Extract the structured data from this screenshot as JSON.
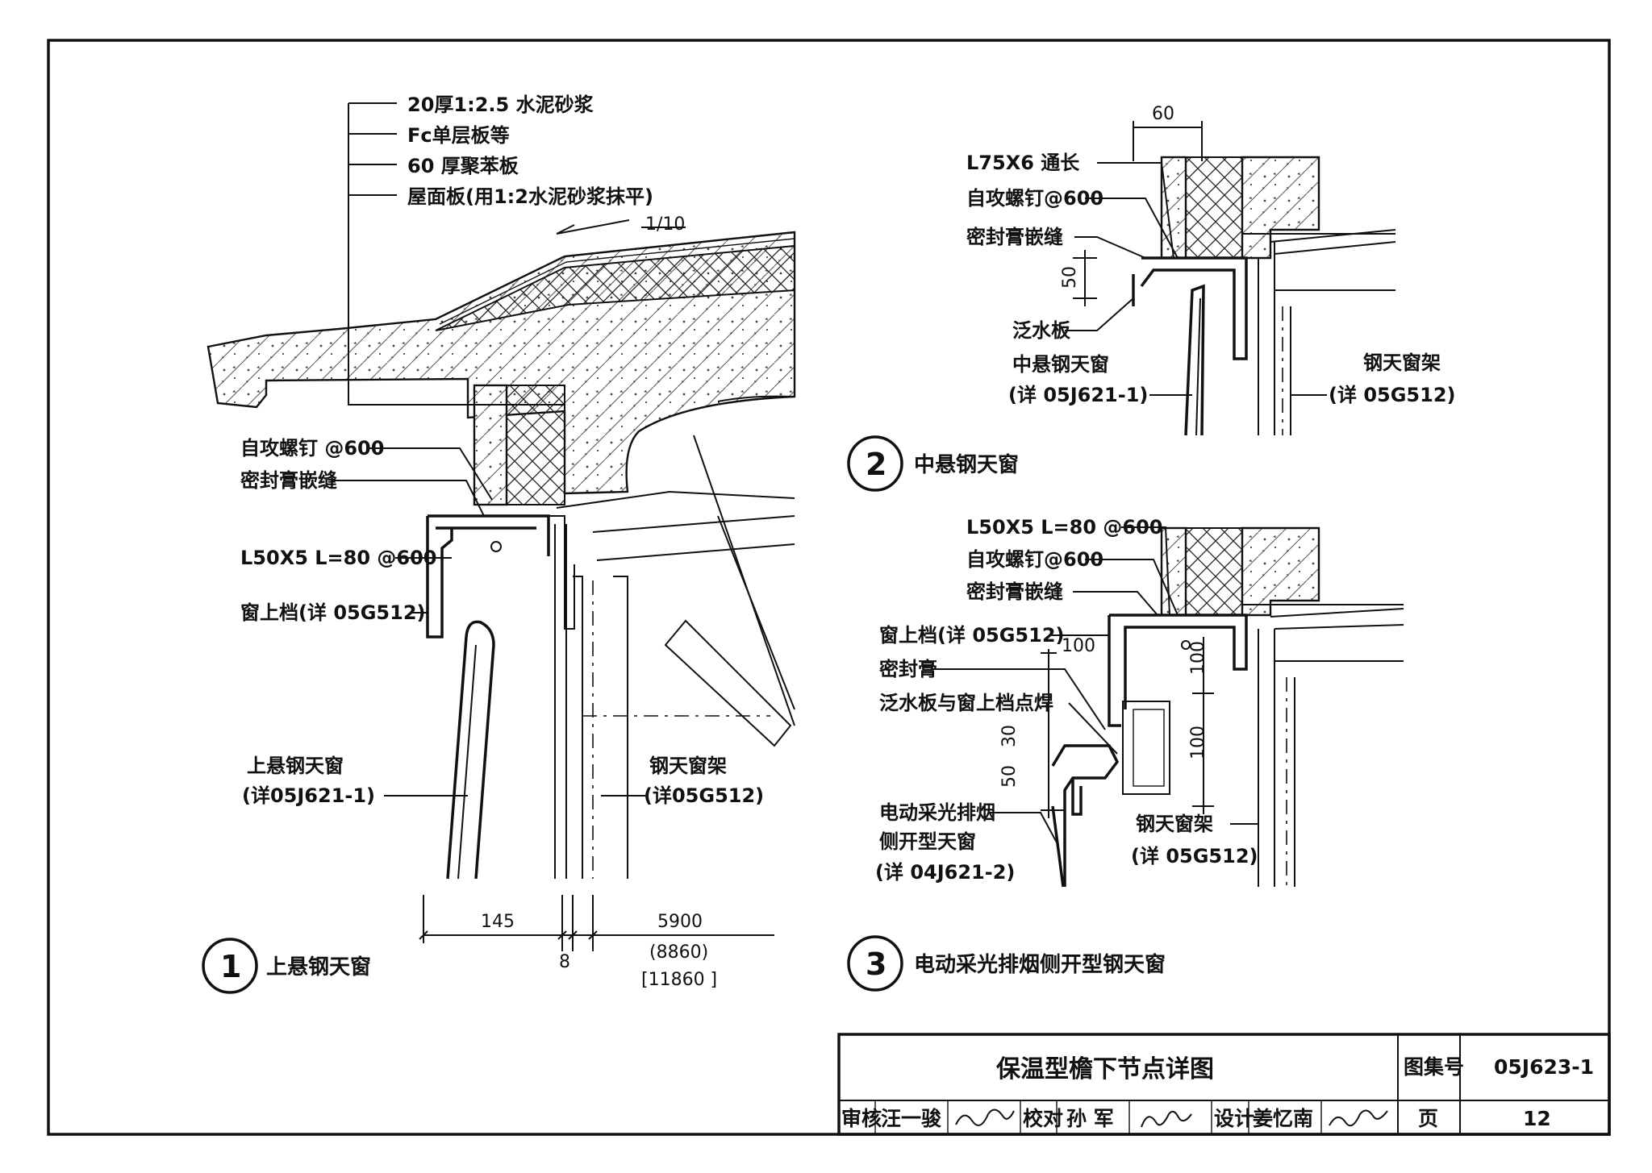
{
  "detail1": {
    "number": "1",
    "caption": "上悬钢天窗",
    "slope": "1/10",
    "layer_labels": [
      "20厚1:2.5 水泥砂浆",
      "Fc单层板等",
      "60 厚聚苯板",
      "屋面板(用1:2水泥砂浆抹平)"
    ],
    "screw": "自攻螺钉 @600",
    "sealant_joint": "密封膏嵌缝",
    "angle_steel": "L50X5 L=80 @600",
    "window_top_rail": "窗上档(详 05G512)",
    "window_name": "上悬钢天窗",
    "window_ref": "(详05J621-1)",
    "frame_name": "钢天窗架",
    "frame_ref": "(详05G512)",
    "dim_145": "145",
    "dim_8": "8",
    "dim_5900": "5900",
    "dim_8860": "(8860)",
    "dim_11860": "[11860 ]"
  },
  "detail2": {
    "number": "2",
    "caption": "中悬钢天窗",
    "dim_60": "60",
    "dim_50": "50",
    "angle_steel": "L75X6 通长",
    "screw": "自攻螺钉@600",
    "sealant_joint": "密封膏嵌缝",
    "flashing": "泛水板",
    "window_name": "中悬钢天窗",
    "window_ref": "(详 05J621-1)",
    "frame_name": "钢天窗架",
    "frame_ref": "(详 05G512)"
  },
  "detail3": {
    "number": "3",
    "caption": "电动采光排烟侧开型钢天窗",
    "angle_steel": "L50X5 L=80 @600",
    "screw": "自攻螺钉@600",
    "sealant_joint": "密封膏嵌缝",
    "window_top_rail": "窗上档(详 05G512)",
    "sealant": "密封膏",
    "flashing_weld": "泛水板与窗上档点焊",
    "window_name_1": "电动采光排烟",
    "window_name_2": "侧开型天窗",
    "window_ref": "(详 04J621-2)",
    "frame_name": "钢天窗架",
    "frame_ref": "(详 05G512)",
    "dim_100a": "100",
    "dim_100b": "100",
    "dim_100c": "100",
    "dim_30": "30",
    "dim_50": "50"
  },
  "title_block": {
    "title": "保温型檐下节点详图",
    "atlas_label": "图集号",
    "atlas_no": "05J623-1",
    "review_label": "审核",
    "reviewer": "汪一骏",
    "check_label": "校对",
    "checker": "孙 军",
    "design_label": "设计",
    "designer": "姜忆南",
    "page_label": "页",
    "page_no": "12"
  }
}
